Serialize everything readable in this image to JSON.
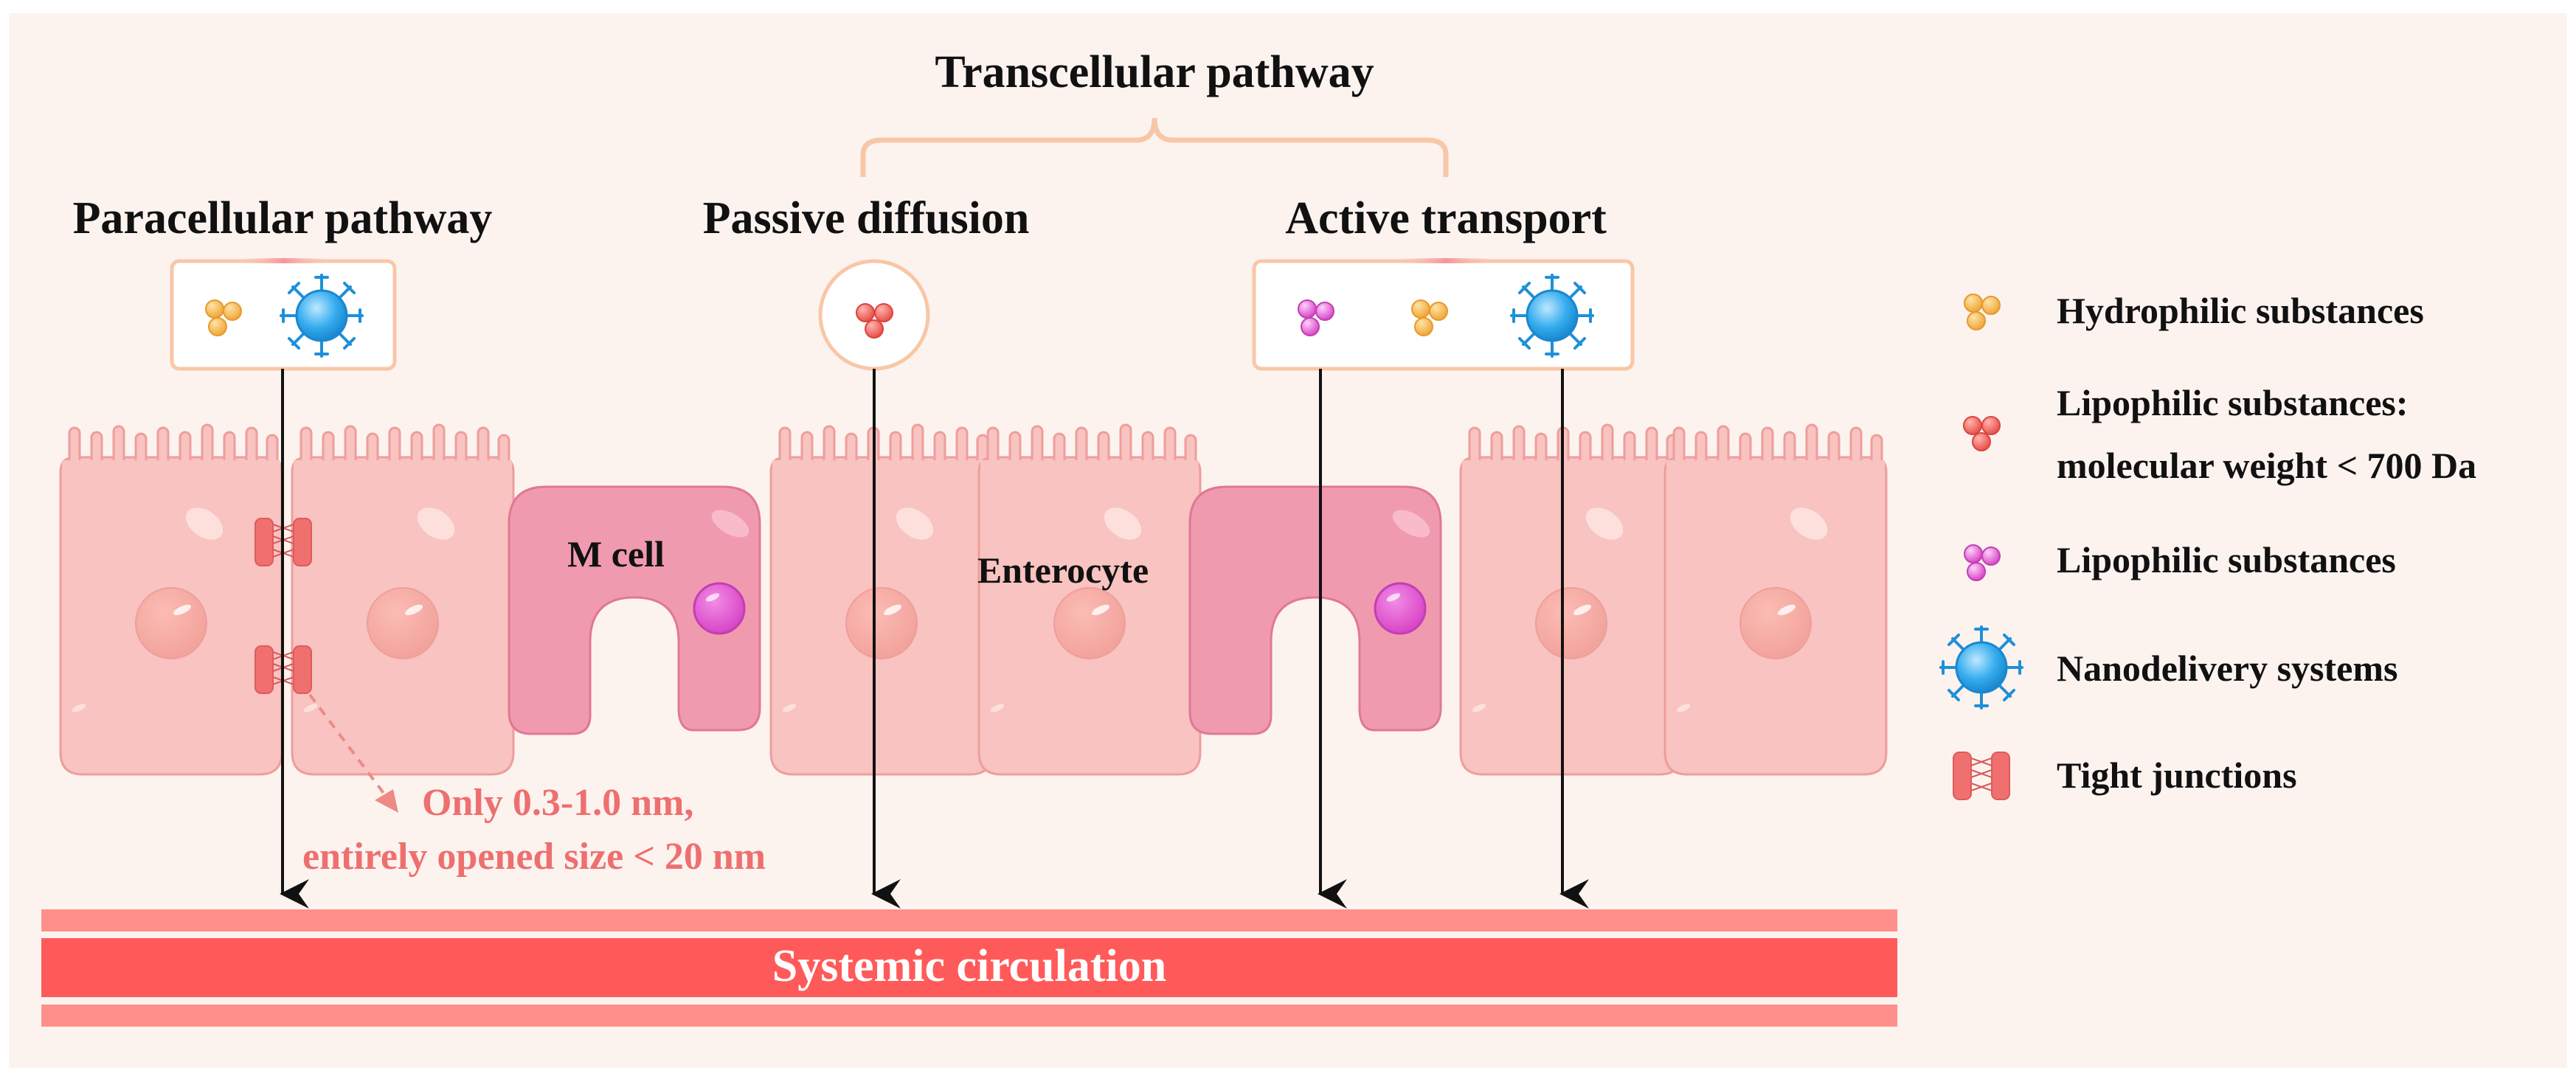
{
  "headings": {
    "transcellular": "Transcellular pathway",
    "paracellular": "Paracellular pathway",
    "passive": "Passive diffusion",
    "active": "Active transport"
  },
  "cell_labels": {
    "m_cell": "M cell",
    "enterocyte": "Enterocyte"
  },
  "note": {
    "line1": "Only 0.3-1.0 nm,",
    "line2": "entirely opened size < 20 nm"
  },
  "circulation": "Systemic circulation",
  "legend": {
    "hydrophilic": "Hydrophilic substances",
    "lipophilic_mw_line1": "Lipophilic substances:",
    "lipophilic_mw_line2": "molecular weight < 700 Da",
    "lipophilic": "Lipophilic substances",
    "nano": "Nanodelivery systems",
    "tight": "Tight junctions"
  },
  "colors": {
    "background": "#fcf3ef",
    "cell_fill": "#f8c3c0",
    "cell_stroke": "#ee9e9b",
    "m_cell_fill": "#f09ab0",
    "m_cell_stroke": "#e07894",
    "blood": "#ff5a5a",
    "blood_edge": "#ff8f8b",
    "note": "#ee6f6f",
    "bracket": "#f8c7a6",
    "hydrophilic": "#f5b443",
    "lipophilic_mw": "#f0645e",
    "lipophilic": "#e75bd8",
    "nano": "#29a6ea"
  },
  "icons": [
    "hydrophilic-particle-icon",
    "lipophilic-mw-particle-icon",
    "lipophilic-particle-icon",
    "nanodelivery-icon",
    "tight-junction-icon"
  ]
}
